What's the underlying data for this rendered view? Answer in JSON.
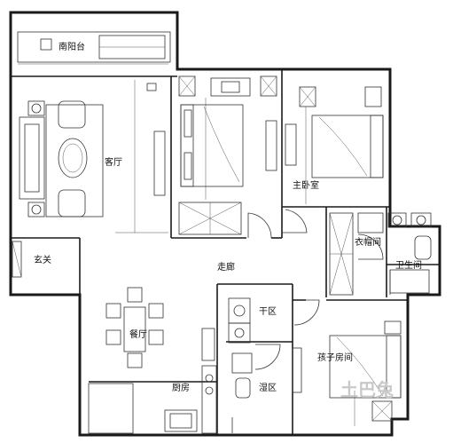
{
  "rooms": {
    "south_balcony": "南阳台",
    "living_room": "客厅",
    "master_bedroom": "主卧室",
    "closet": "衣帽间",
    "bathroom": "卫生间",
    "entrance": "玄关",
    "corridor": "走廊",
    "dry_area": "干区",
    "dining": "餐厅",
    "kids_room": "孩子房间",
    "kitchen": "厨房",
    "wet_area": "湿区"
  },
  "watermark": "土巴兔"
}
